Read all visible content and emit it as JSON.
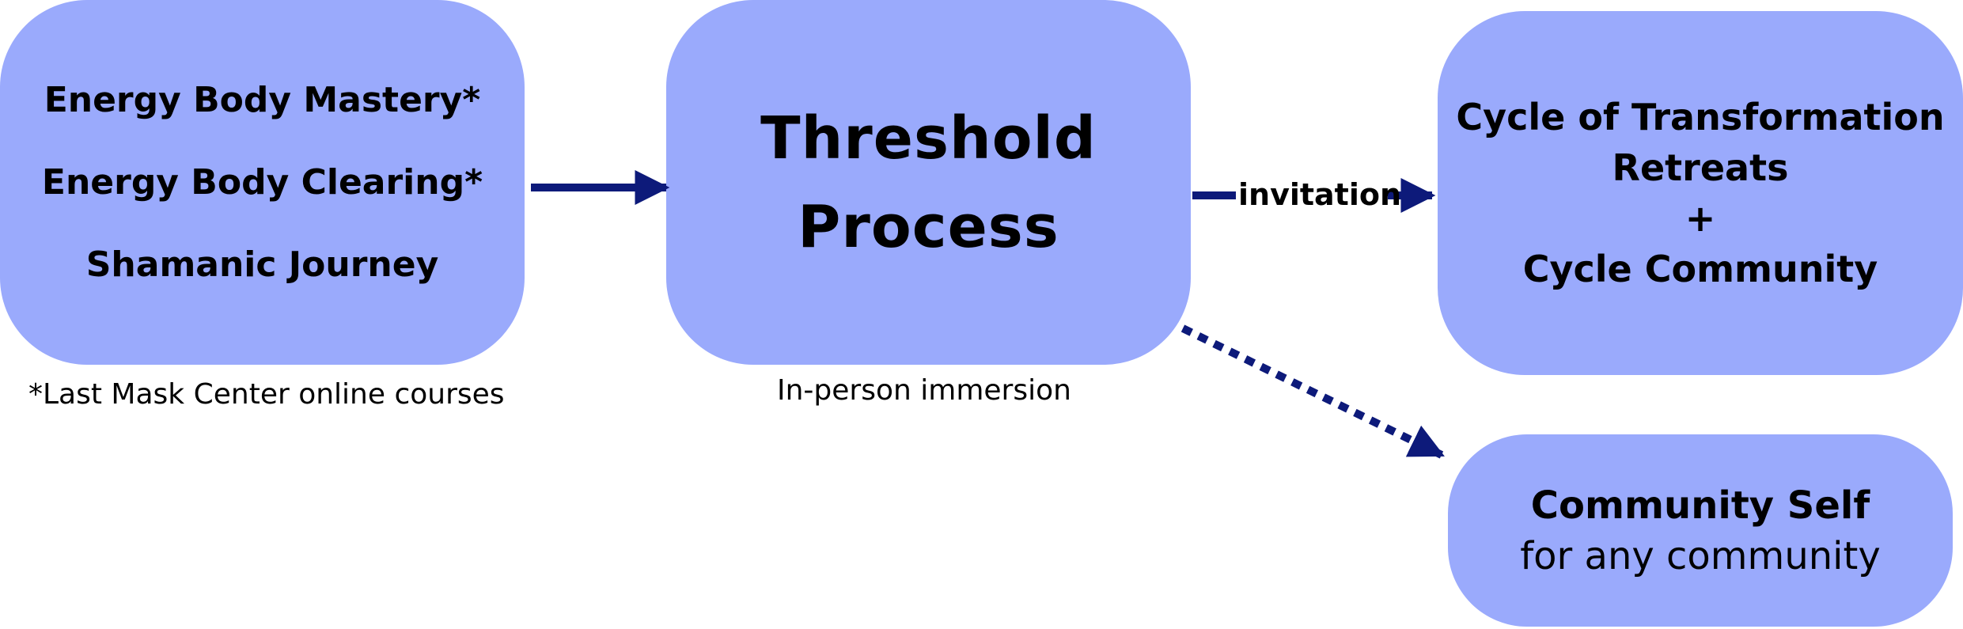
{
  "nodes": {
    "courses": {
      "items": [
        "Energy Body Mastery*",
        "Energy Body Clearing*",
        "Shamanic Journey"
      ],
      "caption": "*Last Mask Center online courses"
    },
    "threshold": {
      "title": "Threshold\nProcess",
      "caption": "In-person immersion"
    },
    "cycle": {
      "lines": [
        "Cycle of Transformation",
        "Retreats",
        "+",
        "Cycle Community"
      ]
    },
    "community": {
      "title": "Community Self",
      "subtitle": "for any community"
    }
  },
  "edges": {
    "invitation_label": "invitation"
  },
  "colors": {
    "box_fill": "#9aaafc",
    "arrow": "#0d1a7a"
  }
}
